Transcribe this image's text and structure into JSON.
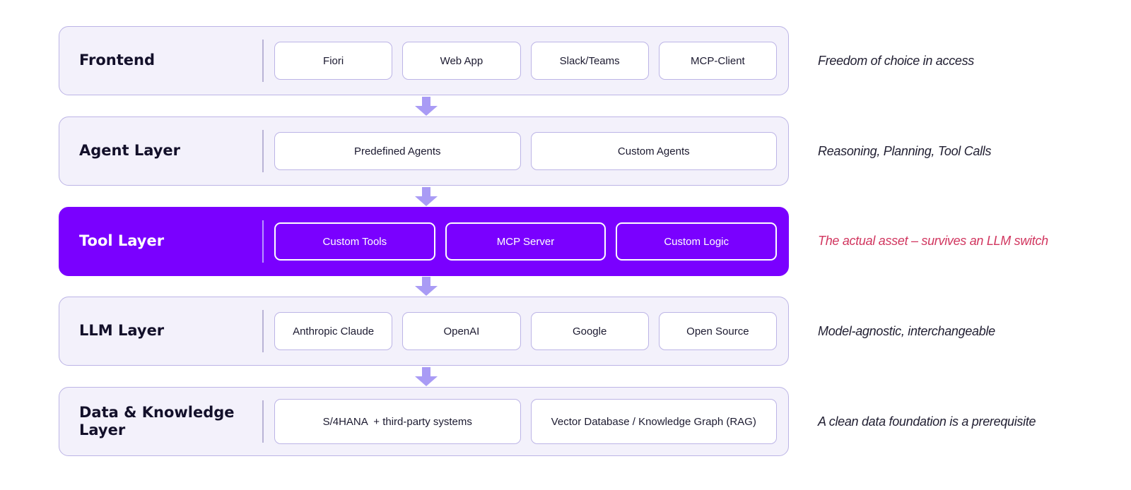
{
  "layers": [
    {
      "title": "Frontend",
      "components": [
        "Fiori",
        "Web App",
        "Slack/Teams",
        "MCP-Client"
      ],
      "note": "Freedom of choice in access"
    },
    {
      "title": "Agent Layer",
      "components": [
        "Predefined Agents",
        "Custom Agents"
      ],
      "note": "Reasoning, Planning, Tool Calls"
    },
    {
      "title": "Tool Layer",
      "components": [
        "Custom Tools",
        "MCP Server",
        "Custom Logic"
      ],
      "note": "The actual asset – survives an LLM switch"
    },
    {
      "title": "LLM Layer",
      "components": [
        "Anthropic Claude",
        "OpenAI",
        "Google",
        "Open Source"
      ],
      "note": "Model-agnostic, interchangeable"
    },
    {
      "title": "Data & Knowledge Layer",
      "components": [
        "S/4HANA  + third-party systems",
        "Vector Database / Knowledge Graph (RAG)"
      ],
      "note": "A clean data foundation is a prerequisite"
    }
  ],
  "colors": {
    "highlight_fill": "#7a00ff",
    "layer_fill": "#f3f1fb",
    "border": "#bcb4e6",
    "arrow": "#a99bf5",
    "accent_note": "#d1365f"
  }
}
